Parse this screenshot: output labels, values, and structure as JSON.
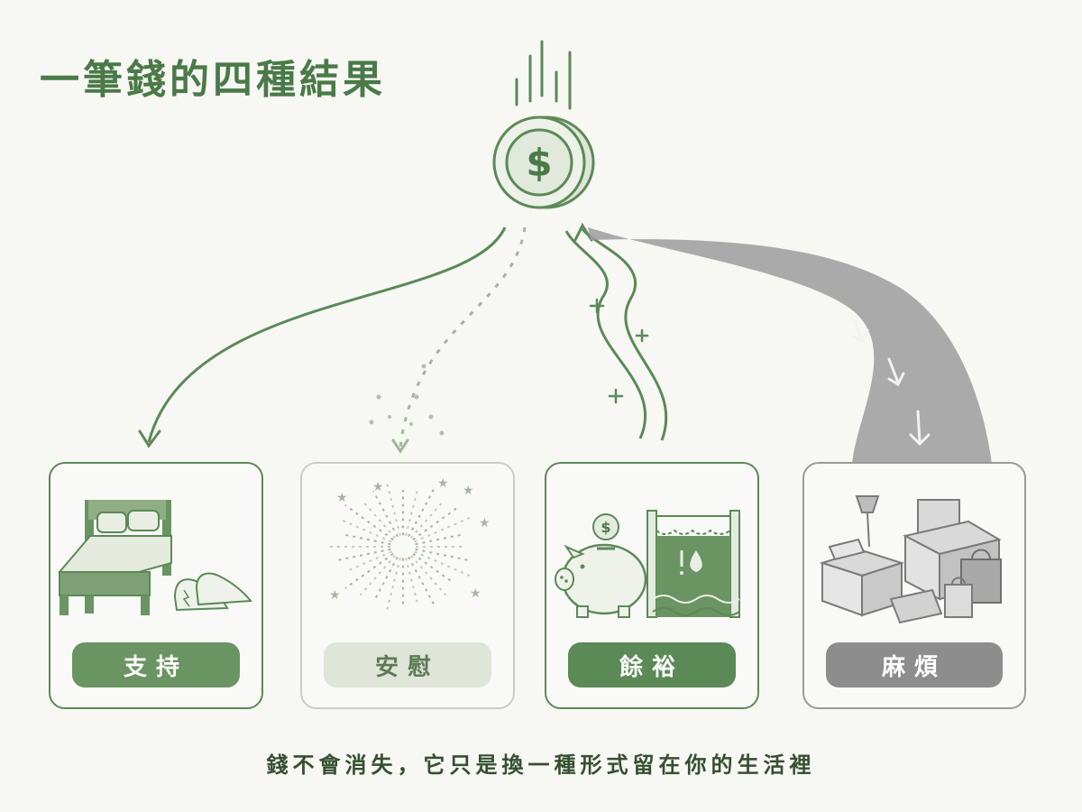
{
  "title": "一筆錢的四種結果",
  "coin": {
    "symbol": "$"
  },
  "outcomes": [
    {
      "id": "support",
      "label": "支持",
      "icon": "bed-and-sneakers-icon",
      "color": "#6a9462"
    },
    {
      "id": "comfort",
      "label": "安慰",
      "icon": "fireworks-icon",
      "color": "#dfe5d9"
    },
    {
      "id": "surplus",
      "label": "餘裕",
      "icon": "piggy-bank-and-reservoir-icon",
      "color": "#5b8a56"
    },
    {
      "id": "trouble",
      "label": "麻煩",
      "icon": "pile-of-stuff-icon",
      "color": "#8d8d8d"
    }
  ],
  "caption": "錢不會消失，它只是換一種形式留在你的生活裡",
  "colors": {
    "accent": "#5b8a56",
    "muted": "#8d8d8d",
    "background": "#f7f7f4"
  }
}
